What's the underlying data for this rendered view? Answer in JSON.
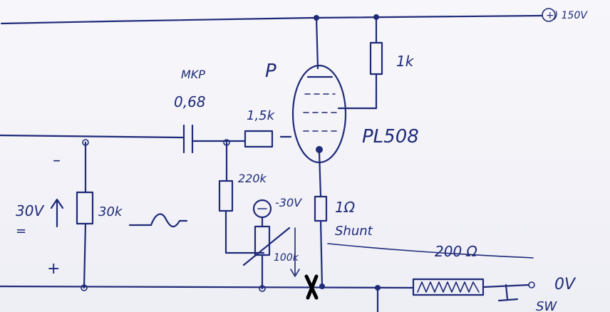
{
  "labels": {
    "supply": "+) 150V",
    "r_anode": "1k",
    "cap_type": "MKP",
    "cap_value": "0,68",
    "r_grid": "1,5k",
    "tube_pin": "P",
    "tube": "PL508",
    "r_bias": "220k",
    "bias_voltage": "-30V",
    "pot": "100k",
    "r_shunt": "1Ω",
    "shunt": "Shunt",
    "input_voltage": "30V",
    "r_input": "30k",
    "minus": "–",
    "plus": "+",
    "equals": "=",
    "r_load": "200 Ω",
    "ground": "0V",
    "switch": "SW"
  }
}
